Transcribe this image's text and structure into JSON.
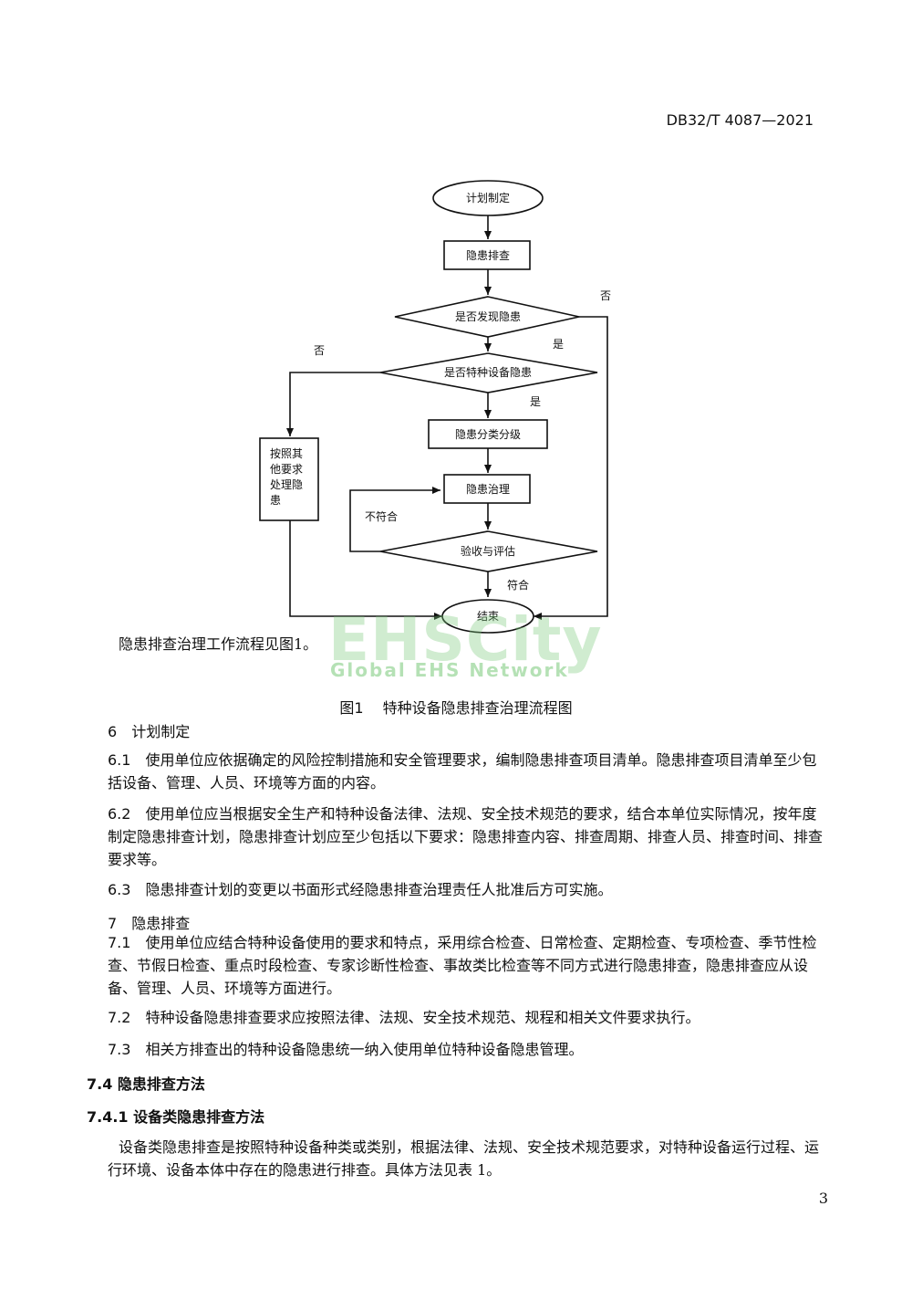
{
  "header": {
    "doc_code": "DB32/T 4087—2021"
  },
  "flowchart": {
    "nodes": {
      "plan": "计划制定",
      "check": "隐患排查",
      "found": "是否发现隐患",
      "special": "是否特种设备隐患",
      "classify": "隐患分类分级",
      "other_lines": [
        "按照其",
        "他要求",
        "处理隐",
        "患"
      ],
      "govern": "隐患治理",
      "accept": "验收与评估",
      "end": "结束"
    },
    "labels": {
      "no_found": "否",
      "yes_found": "是",
      "no_special": "否",
      "yes_special": "是",
      "not_conform": "不符合",
      "conform": "符合"
    }
  },
  "intro": "隐患排查治理工作流程见图1。",
  "watermark": {
    "big": "EHSCity",
    "small": "Global EHS Network"
  },
  "figure": {
    "number": "图1",
    "title": "特种设备隐患排查治理流程图"
  },
  "sections": {
    "s6": {
      "num": "6",
      "title": "计划制定"
    },
    "p61": {
      "num": "6.1",
      "text": "使用单位应依据确定的风险控制措施和安全管理要求，编制隐患排查项目清单。隐患排查项目清单至少包括设备、管理、人员、环境等方面的内容。"
    },
    "p62": {
      "num": "6.2",
      "text": "使用单位应当根据安全生产和特种设备法律、法规、安全技术规范的要求，结合本单位实际情况，按年度制定隐患排查计划，隐患排查计划应至少包括以下要求：隐患排查内容、排查周期、排查人员、排查时间、排查要求等。"
    },
    "p63": {
      "num": "6.3",
      "text": "隐患排查计划的变更以书面形式经隐患排查治理责任人批准后方可实施。"
    },
    "s7": {
      "num": "7",
      "title": "隐患排查"
    },
    "p71": {
      "num": "7.1",
      "text": "使用单位应结合特种设备使用的要求和特点，采用综合检查、日常检查、定期检查、专项检查、季节性检查、节假日检查、重点时段检查、专家诊断性检查、事故类比检查等不同方式进行隐患排查，隐患排查应从设备、管理、人员、环境等方面进行。"
    },
    "p72": {
      "num": "7.2",
      "text": "特种设备隐患排查要求应按照法律、法规、安全技术规范、规程和相关文件要求执行。"
    },
    "p73": {
      "num": "7.3",
      "text": "相关方排查出的特种设备隐患统一纳入使用单位特种设备隐患管理。"
    },
    "s74": "7.4 隐患排查方法",
    "s741": "7.4.1 设备类隐患排查方法",
    "p741": "设备类隐患排查是按照特种设备种类或类别，根据法律、法规、安全技术规范要求，对特种设备运行过程、运行环境、设备本体中存在的隐患进行排查。具体方法见表 1。"
  },
  "page_number": "3"
}
